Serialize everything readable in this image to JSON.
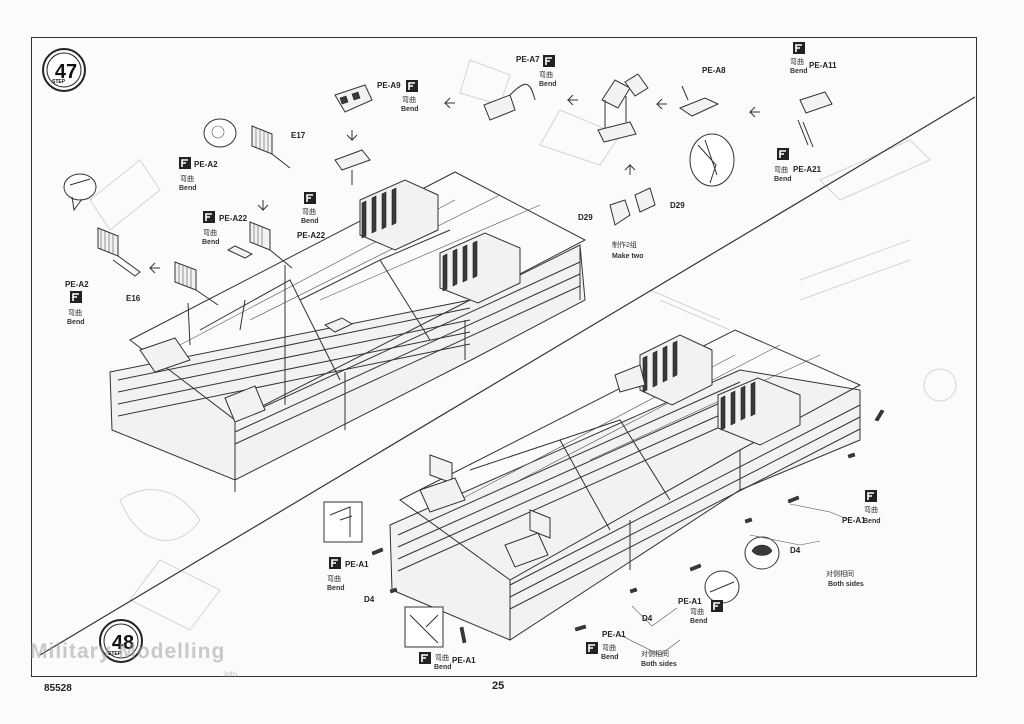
{
  "page": {
    "number": "25",
    "catalog_no": "85528"
  },
  "watermark": {
    "text": "Military Modelling",
    "sub": ".info"
  },
  "steps": [
    {
      "number": "47",
      "word": "STEP"
    },
    {
      "number": "48",
      "word": "STEP"
    }
  ],
  "callouts": {
    "pe_a9": "PE-A9",
    "pe_a7": "PE-A7",
    "pe_a8": "PE-A8",
    "pe_a11": "PE-A11",
    "pe_a21": "PE-A21",
    "pe_a2_top": "PE-A2",
    "pe_a2_left": "PE-A2",
    "pe_a22_a": "PE-A22",
    "pe_a22_b": "PE-A22",
    "e17": "E17",
    "e16": "E16",
    "d29_left": "D29",
    "d29_right": "D29",
    "pe_a1_a": "PE-A1",
    "pe_a1_b": "PE-A1",
    "pe_a1_c": "PE-A1",
    "pe_a1_d": "PE-A1",
    "pe_a1_e": "PE-A1",
    "d4_a": "D4",
    "d4_b": "D4",
    "d4_c": "D4"
  },
  "bend": {
    "cn": "弯曲",
    "en": "Bend"
  },
  "make_two": {
    "cn": "制作2组",
    "en": "Make two"
  },
  "both_sides": {
    "cn": "对侧相同",
    "en": "Both sides"
  },
  "colors": {
    "ink": "#333333",
    "paper": "#fbfbf9",
    "ghost": "#d4d4d4"
  }
}
